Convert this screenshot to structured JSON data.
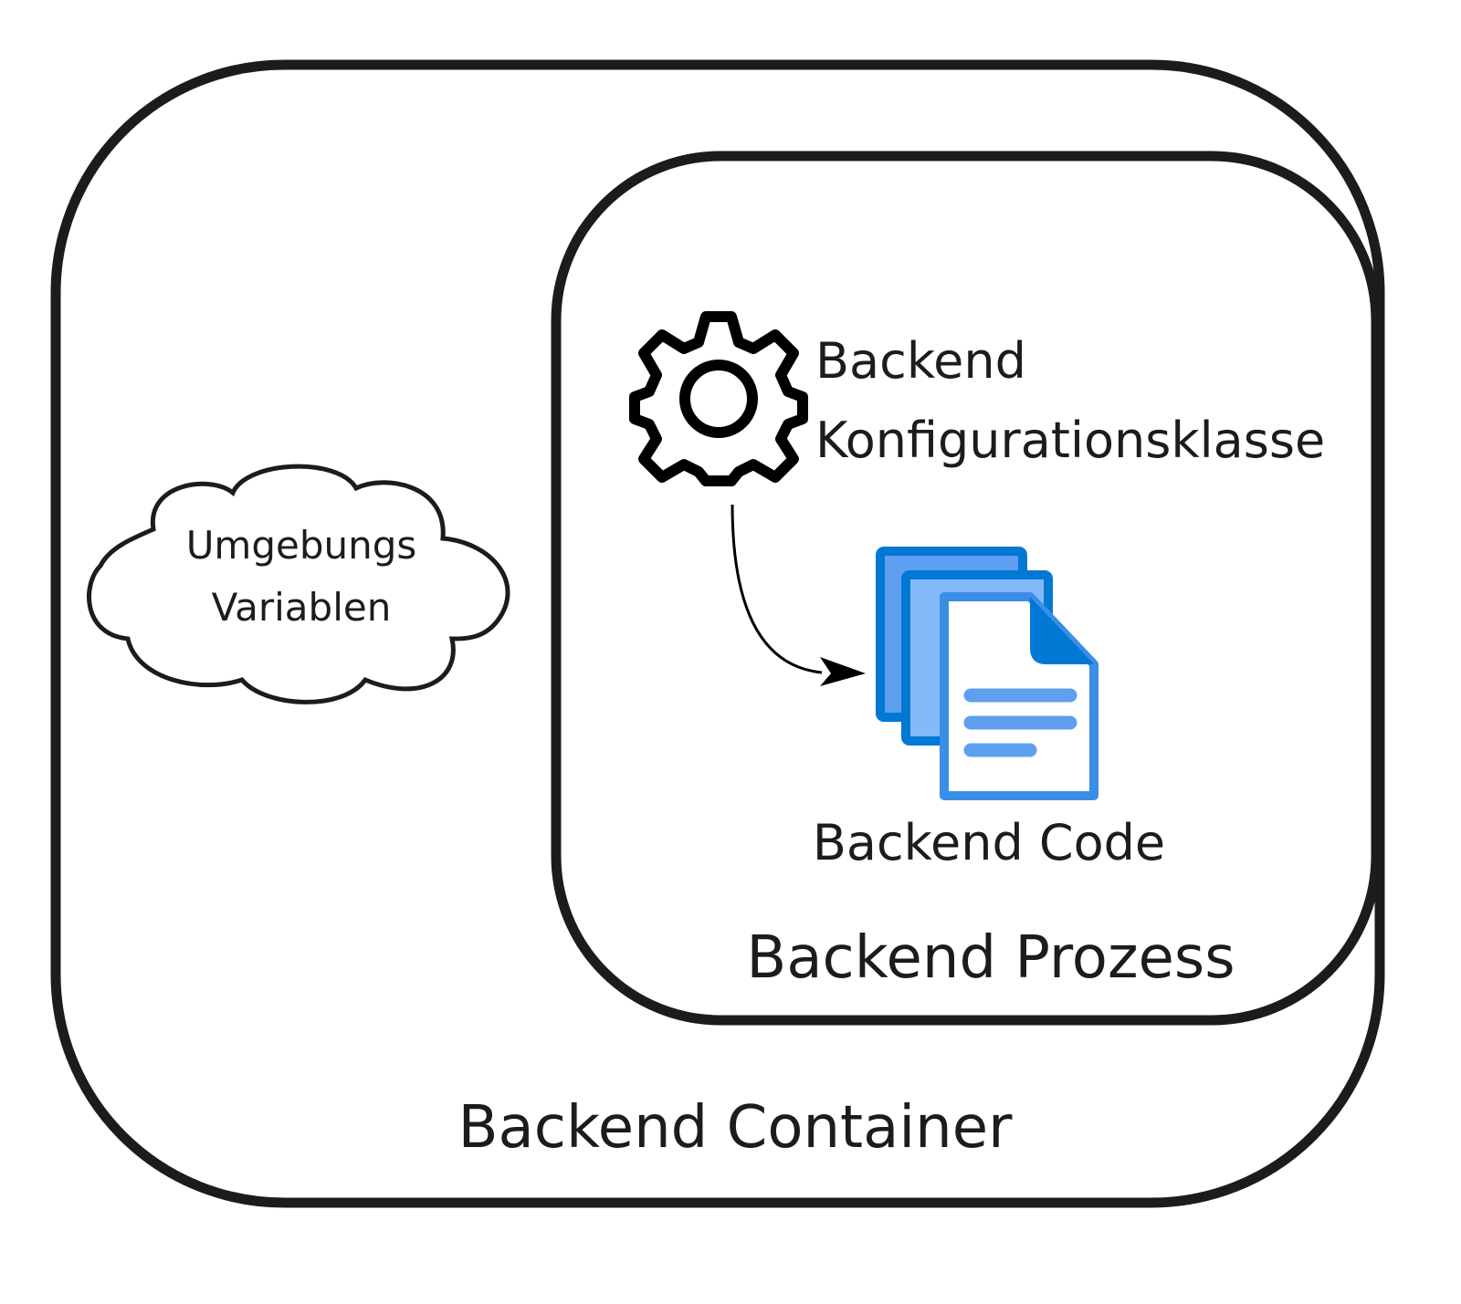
{
  "diagram": {
    "container": {
      "label": "Backend Container"
    },
    "process": {
      "label": "Backend Prozess"
    },
    "env_vars": {
      "line1": "Umgebungs",
      "line2": "Variablen",
      "icon": "cloud-icon"
    },
    "config_class": {
      "line1": "Backend",
      "line2": "Konfigurationsklasse",
      "icon": "gear-icon"
    },
    "code": {
      "label": "Backend Code",
      "icon": "documents-icon"
    },
    "edges": [
      {
        "from": "config_class",
        "to": "code",
        "type": "curved-arrow"
      }
    ],
    "colors": {
      "stroke": "#1c1c1c",
      "doc_border": "#0078d4",
      "doc_fill_back": "#5ea0ef",
      "doc_fill_mid": "#83b9f9",
      "doc_lines": "#5ea0ef"
    }
  }
}
